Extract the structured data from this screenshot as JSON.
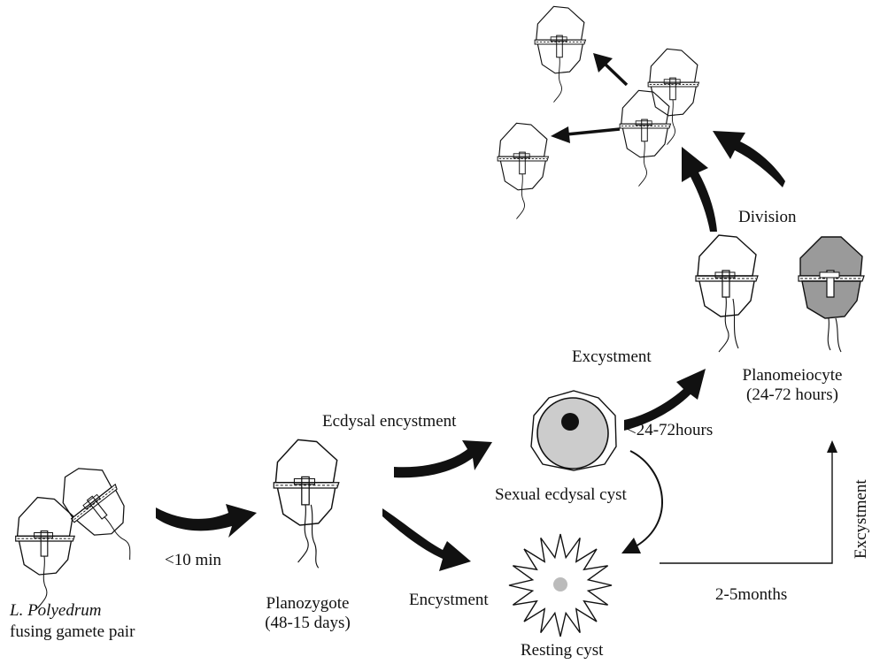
{
  "labels": {
    "gamete_species": "L. Polyedrum",
    "gamete_desc": "fusing gamete pair",
    "time_fusion": "<10 min",
    "planozygote": "Planozygote",
    "planozygote_time": "(48-15 days)",
    "ecdysal_encystment": "Ecdysal encystment",
    "encystment": "Encystment",
    "sexual_ecdysal_cyst": "Sexual ecdysal cyst",
    "resting_cyst": "Resting cyst",
    "excystment_top": "Excystment",
    "time_excyst": "<24-72hours",
    "planomeiocyte": "Planomeiocyte",
    "planomeiocyte_time": "(24-72 hours)",
    "division": "Division",
    "dormancy": "2-5months",
    "excystment_side": "Excystment"
  },
  "colors": {
    "line": "#111111",
    "cyst_fill": "#cccccc",
    "meiocyte_fill": "#9a9a9a",
    "dot_gray": "#bbbbbb"
  }
}
